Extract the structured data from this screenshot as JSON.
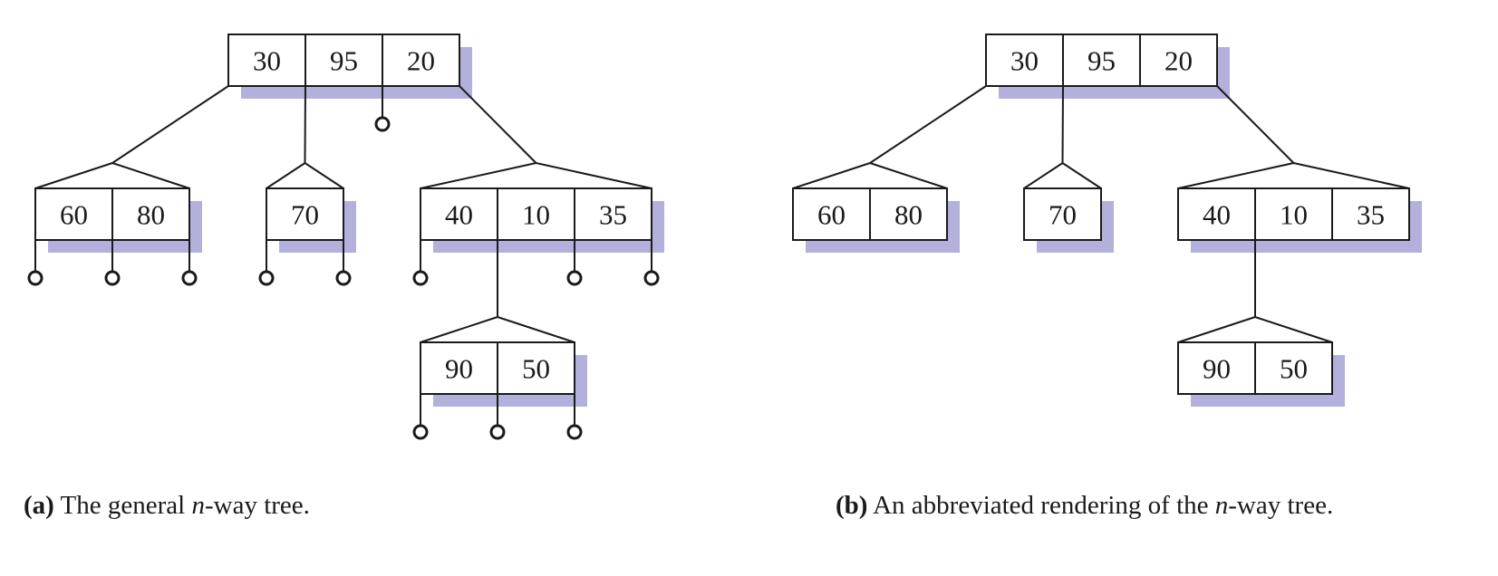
{
  "colors": {
    "shadow": "#b3b1dc",
    "line": "#1a1a1a"
  },
  "panels": [
    {
      "id": "a",
      "caption": {
        "label": "(a)",
        "before": " The general ",
        "italic": "n",
        "after": "-way tree."
      },
      "nodes": [
        {
          "id": "a-root",
          "keys": [
            "30",
            "95",
            "20"
          ]
        },
        {
          "id": "a-n6080",
          "keys": [
            "60",
            "80"
          ]
        },
        {
          "id": "a-n70",
          "keys": [
            "70"
          ]
        },
        {
          "id": "a-n401035",
          "keys": [
            "40",
            "10",
            "35"
          ]
        },
        {
          "id": "a-n9050",
          "keys": [
            "90",
            "50"
          ]
        }
      ]
    },
    {
      "id": "b",
      "caption": {
        "label": "(b)",
        "before": " An abbreviated rendering of the ",
        "italic": "n",
        "after": "-way tree."
      },
      "nodes": [
        {
          "id": "b-root",
          "keys": [
            "30",
            "95",
            "20"
          ]
        },
        {
          "id": "b-n6080",
          "keys": [
            "60",
            "80"
          ]
        },
        {
          "id": "b-n70",
          "keys": [
            "70"
          ]
        },
        {
          "id": "b-n401035",
          "keys": [
            "40",
            "10",
            "35"
          ]
        },
        {
          "id": "b-n9050",
          "keys": [
            "90",
            "50"
          ]
        }
      ]
    }
  ]
}
